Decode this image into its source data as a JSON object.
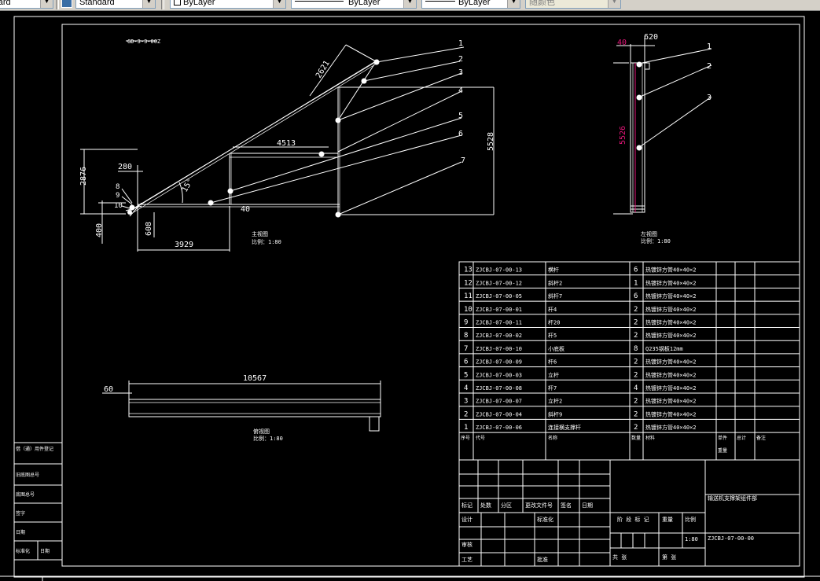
{
  "toolbar": {
    "text_style": "Standard",
    "dim_style": "Standard",
    "layer_color": "ByLayer",
    "linetype": "ByLayer",
    "lineweight": "ByLayer",
    "plot_style": "随颜色"
  },
  "drawing": {
    "front_view": {
      "dim_2621": "2621",
      "dim_4513": "4513",
      "dim_5528": "5528",
      "dim_2876": "2876",
      "dim_280": "280",
      "dim_40": "40",
      "dim_400": "400",
      "dim_608": "608",
      "dim_3929": "3929",
      "angle": "15°",
      "callouts": [
        "1",
        "2",
        "3",
        "4",
        "5",
        "6",
        "7",
        "8",
        "9",
        "10"
      ],
      "caption_line1": "主视图",
      "caption_line2": "比例：1:80",
      "top_tag": "GD-3-3-00Z"
    },
    "side_view": {
      "dim_40": "40",
      "dim_620": "620",
      "dim_5526": "5526",
      "callouts": [
        "1",
        "2",
        "3"
      ],
      "caption_line1": "左视图",
      "caption_line2": "比例：1:80"
    },
    "top_view": {
      "dim_10567": "10567",
      "dim_60": "60",
      "caption_line1": "俯视图",
      "caption_line2": "比例：1:80"
    },
    "bom_rows": [
      {
        "no": "13",
        "code": "ZJCBJ-07-00-13",
        "name": "横杆",
        "qty": "6",
        "material": "热镀锌方管40×40×2"
      },
      {
        "no": "12",
        "code": "ZJCBJ-07-00-12",
        "name": "斜杆2",
        "qty": "1",
        "material": "热镀锌方管40×40×2"
      },
      {
        "no": "11",
        "code": "ZJCBJ-07-00-05",
        "name": "斜杆7",
        "qty": "6",
        "material": "热镀锌方管40×40×2"
      },
      {
        "no": "10",
        "code": "ZJCBJ-07-00-01",
        "name": "杆4",
        "qty": "2",
        "material": "热镀锌方管40×40×2"
      },
      {
        "no": "9",
        "code": "ZJCBJ-07-00-11",
        "name": "杆20",
        "qty": "2",
        "material": "热镀锌方管40×40×2"
      },
      {
        "no": "8",
        "code": "ZJCBJ-07-00-02",
        "name": "杆5",
        "qty": "2",
        "material": "热镀锌方管40×40×2"
      },
      {
        "no": "7",
        "code": "ZJCBJ-07-00-10",
        "name": "小底板",
        "qty": "8",
        "material": "Q235钢板12mm"
      },
      {
        "no": "6",
        "code": "ZJCBJ-07-00-09",
        "name": "杆6",
        "qty": "2",
        "material": "热镀锌方管40×40×2"
      },
      {
        "no": "5",
        "code": "ZJCBJ-07-00-03",
        "name": "立杆",
        "qty": "2",
        "material": "热镀锌方管40×40×2"
      },
      {
        "no": "4",
        "code": "ZJCBJ-07-00-08",
        "name": "杆7",
        "qty": "4",
        "material": "热镀锌方管40×40×2"
      },
      {
        "no": "3",
        "code": "ZJCBJ-07-00-07",
        "name": "立杆2",
        "qty": "2",
        "material": "热镀锌方管40×40×2"
      },
      {
        "no": "2",
        "code": "ZJCBJ-07-00-04",
        "name": "斜杆9",
        "qty": "2",
        "material": "热镀锌方管40×40×2"
      },
      {
        "no": "1",
        "code": "ZJCBJ-07-00-06",
        "name": "连接横支撑杆",
        "qty": "2",
        "material": "热镀锌方管40×40×2"
      }
    ],
    "bom_header": {
      "no": "序号",
      "code": "代号",
      "name": "名称",
      "qty": "数量",
      "material": "材料",
      "weight": "单件",
      "total": "总计",
      "remark": "备注",
      "weight_unit": "重量"
    },
    "title_block": {
      "mark": "标记",
      "count": "处数",
      "zone": "分区",
      "doc_no": "更改文件号",
      "sign": "签名",
      "date": "日期",
      "design": "设计",
      "std": "标准化",
      "review": "审核",
      "process": "工艺",
      "approve": "批准",
      "stage": "阶 段 标 记",
      "weight": "重量",
      "scale": "比例",
      "scale_val": "1:80",
      "sheets": "共 张",
      "sheet": "第 张",
      "product_name": "输送机支撑架组件部",
      "drawing_no": "ZJCBJ-07-00-00"
    },
    "side_strip": [
      "借（通）用件登记",
      "旧底图总号",
      "底图总号",
      "签字",
      "日期",
      "标准化",
      "日期"
    ]
  }
}
